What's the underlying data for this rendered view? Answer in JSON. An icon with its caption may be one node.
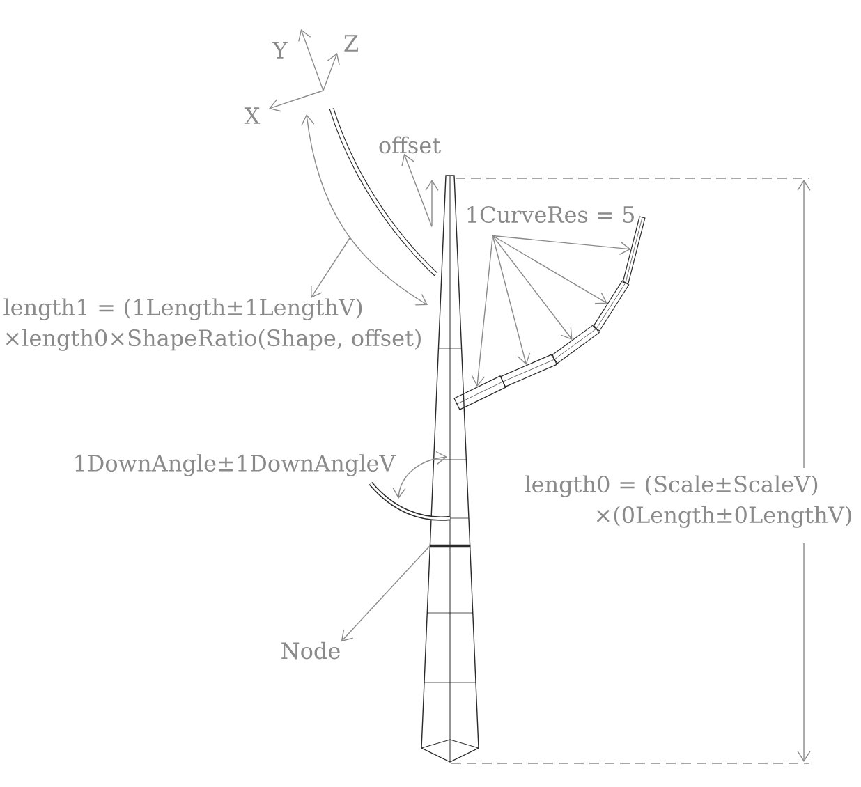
{
  "diagram": {
    "nodes": [
      {
        "text": [
          "offset"
        ]
      },
      {
        "text": [],
        "shape": "arrow"
      },
      {
        "text": [
          "1CurveRes = 5"
        ]
      },
      {
        "text": [],
        "shape": "arrow"
      },
      {
        "text": [
          "length1 = (1Length±1LengthV) ×length0×ShapeRatio(Shape, offset)"
        ]
      },
      {
        "text": [],
        "shape": "bar"
      },
      {
        "text": [],
        "shape": "bar"
      },
      {
        "text": [],
        "shape": "bar"
      },
      {
        "text": [],
        "shape": "bar"
      },
      {
        "text": [],
        "shape": "bar"
      },
      {
        "text": [],
        "shape": "bar"
      },
      {
        "text": [
          "Node"
        ]
      }
    ],
    "edges": [
      {
        "from": 1,
        "to": 0,
        "arrow": "to"
      },
      {
        "from": 3,
        "to": 4,
        "arrow": "to"
      },
      {
        "from": 2,
        "to": 5,
        "arrow": "to"
      },
      {
        "from": 2,
        "to": 6,
        "arrow": "to"
      },
      {
        "from": 2,
        "to": 7,
        "arrow": "to"
      },
      {
        "from": 2,
        "to": 8,
        "arrow": "to"
      },
      {
        "from": 2,
        "to": 9,
        "arrow": "to"
      },
      {
        "from": 10,
        "to": 11,
        "arrow": "to"
      }
    ],
    "labels": [
      "Y",
      "Z",
      "X",
      "1DownAngle±1DownAngleV",
      "length0 = (Scale±ScaleV) ×(0Length±0LengthV)"
    ]
  }
}
